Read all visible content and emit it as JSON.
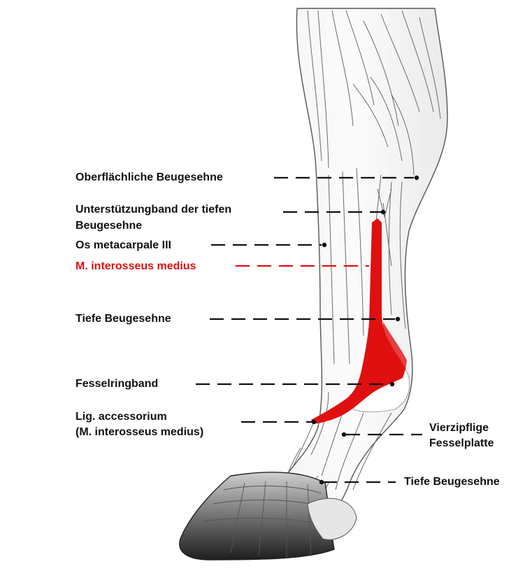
{
  "labels": {
    "oberflaechliche_beugesehne": "Oberflächliche Beugesehne",
    "unterstuetzungsband_line1": "Unterstützungband der tiefen",
    "unterstuetzungsband_line2": "Beugesehne",
    "os_metacarpale": "Os metacarpale III",
    "interosseus_medius": "M. interosseus medius",
    "tiefe_beugesehne": "Tiefe Beugesehne",
    "fesselringband": "Fesselringband",
    "lig_accessorium_line1": "Lig. accessorium",
    "lig_accessorium_line2": "(M. interosseus medius)",
    "vierzipflige_line1": "Vierzipflige",
    "vierzipflige_line2": "Fesselplatte",
    "tiefe_beugesehne_lower": "Tiefe Beugesehne"
  },
  "colors": {
    "highlight": "#e01010",
    "ink": "#111111",
    "hoof_dark": "#2a2a2a"
  },
  "icons": {
    "leader_dot": "filled-circle"
  }
}
